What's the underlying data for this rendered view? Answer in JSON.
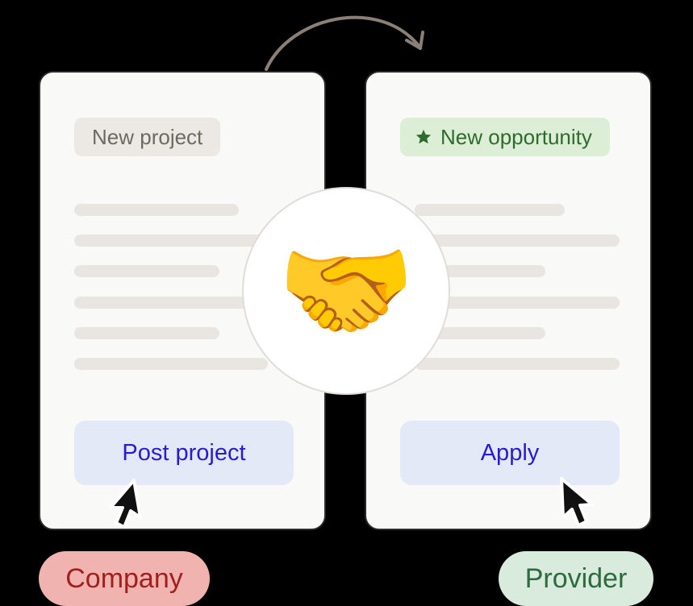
{
  "left_card": {
    "tag_label": "New project",
    "button_label": "Post project"
  },
  "right_card": {
    "tag_label": "New opportunity",
    "tag_icon": "star-icon",
    "button_label": "Apply"
  },
  "center": {
    "emoji": "🤝",
    "icon": "handshake-icon"
  },
  "roles": {
    "left": "Company",
    "right": "Provider"
  },
  "colors": {
    "background": "#000000",
    "card": "#f9f9f8",
    "button_bg": "#e4e9f7",
    "button_text": "#2a1ad6",
    "company_bg": "#f1b3b0",
    "company_text": "#a1201d",
    "provider_bg": "#d8ebdc",
    "provider_text": "#2d6a3e",
    "opportunity_bg": "#dcefd6",
    "opportunity_text": "#2f6a2f"
  }
}
